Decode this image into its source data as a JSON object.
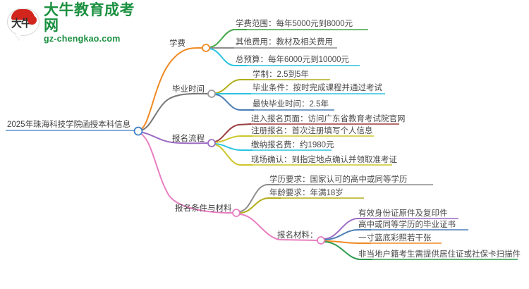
{
  "logo": {
    "mark_text": "大牛",
    "title": "大牛教育成考网",
    "subtitle": "gz-chengkao.com",
    "brand_green": "#1a9040",
    "brand_red": "#d2251e"
  },
  "mindmap": {
    "root": {
      "label": "2025年珠海科技学院函授本科信息",
      "node_color": "#3b7fc4"
    },
    "branches": [
      {
        "label": "学费",
        "color": "#f08a24",
        "children": [
          {
            "label": "学费范围：每年5000元到8000元",
            "color": "#44a849"
          },
          {
            "label": "其他费用：教材及相关费用",
            "color": "#8d8d8d"
          },
          {
            "label": "总预算：每年6000元到10000元",
            "color": "#2bc4e0"
          }
        ]
      },
      {
        "label": "毕业时间",
        "color": "#777777",
        "children": [
          {
            "label": "学制：2.5到5年",
            "color": "#b2ae1b"
          },
          {
            "label": "毕业条件：按时完成课程并通过考试",
            "color": "#2bc4e0"
          },
          {
            "label": "最快毕业时间：2.5年",
            "color": "#4a7fb5"
          }
        ]
      },
      {
        "label": "报名流程",
        "color": "#9d6cc4",
        "children": [
          {
            "label": "进入报名页面：访问广东省教育考试院官网",
            "color": "#9c3d3d"
          },
          {
            "label": "注册报名：首次注册填写个人信息",
            "color": "#cdc62a"
          },
          {
            "label": "缴纳报名费：约1980元",
            "color": "#2bc4e0"
          },
          {
            "label": "现场确认：到指定地点确认并领取准考证",
            "color": "#cdc62a"
          }
        ]
      },
      {
        "label": "报名条件与材料",
        "color": "#e87ec0",
        "children": [
          {
            "label": "学历要求：国家认可的高中或同等学历",
            "color": "#8d8d8d"
          },
          {
            "label": "年龄要求：年满18岁",
            "color": "#b2ae1b"
          },
          {
            "label": "报名材料：",
            "color": "#e87ec0",
            "node_color": "#e87ec0",
            "children": [
              {
                "label": "有效身份证原件及复印件",
                "color": "#9d6cc4"
              },
              {
                "label": "高中或同等学历的毕业证书",
                "color": "#4a7fb5"
              },
              {
                "label": "一寸蓝底彩照若干张",
                "color": "#f08a24"
              },
              {
                "label": "非当地户籍考生需提供居住证或社保卡扫描件",
                "color": "#2f9b4f"
              }
            ]
          }
        ]
      }
    ]
  }
}
